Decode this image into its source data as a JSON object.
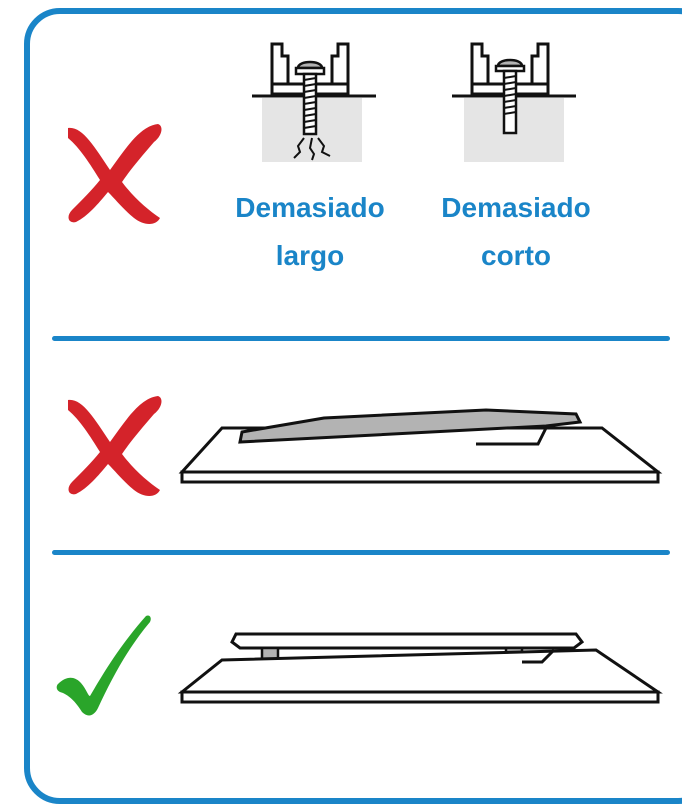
{
  "colors": {
    "frame": "#1a85c8",
    "wrong_mark": "#d4232a",
    "right_mark": "#2aa52a",
    "caption": "#1a85c8",
    "ground": "#e5e5e5",
    "bracket_fill": "#b3b3b3"
  },
  "section_1": {
    "status_icon": "cross-icon",
    "caption_left_line1": "Demasiado",
    "caption_left_line2": "largo",
    "caption_right_line1": "Demasiado",
    "caption_right_line2": "corto"
  },
  "section_2": {
    "status_icon": "cross-icon"
  },
  "section_3": {
    "status_icon": "check-icon"
  }
}
